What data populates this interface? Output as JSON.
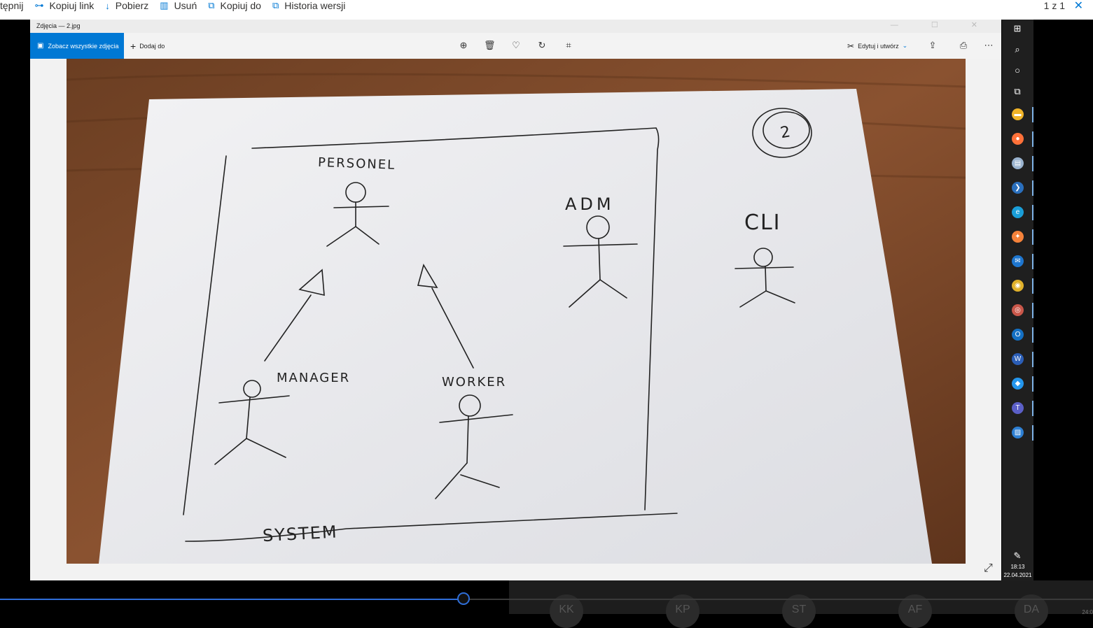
{
  "topbar": {
    "actions": [
      {
        "icon": "share-icon",
        "glyph": "",
        "label": "tępnij"
      },
      {
        "icon": "link-icon",
        "glyph": "⊶",
        "label": "Kopiuj link"
      },
      {
        "icon": "download-icon",
        "glyph": "↓",
        "label": "Pobierz"
      },
      {
        "icon": "trash-icon",
        "glyph": "▥",
        "label": "Usuń"
      },
      {
        "icon": "copy-icon",
        "glyph": "⧉",
        "label": "Kopiuj do"
      },
      {
        "icon": "history-icon",
        "glyph": "⧉",
        "label": "Historia wersji"
      }
    ],
    "pager": "1 z 1",
    "close_glyph": "✕"
  },
  "window": {
    "title": "Zdjęcia — 2.jpg",
    "controls": "—  ☐  ✕",
    "see_all": "Zobacz wszystkie zdjęcia",
    "add_to": "Dodaj do",
    "edit_create": "Edytuj i utwórz",
    "toolbar_icons": [
      {
        "name": "zoom-icon",
        "glyph": "⊕"
      },
      {
        "name": "delete-icon",
        "glyph": "🗑"
      },
      {
        "name": "favorite-icon",
        "glyph": "♡"
      },
      {
        "name": "rotate-icon",
        "glyph": "↻"
      },
      {
        "name": "crop-icon",
        "glyph": "⌗"
      }
    ],
    "right_icons": [
      {
        "name": "share-icon",
        "glyph": "⇪"
      },
      {
        "name": "print-icon",
        "glyph": "⎙"
      },
      {
        "name": "more-icon",
        "glyph": "⋯"
      }
    ]
  },
  "sketch": {
    "page_number": "2",
    "labels": {
      "personel": "PERSONEL",
      "adm": "ADM",
      "cli": "CLI",
      "manager": "MANAGER",
      "worker": "WORKER",
      "system": "SYSTEM"
    }
  },
  "taskbar": {
    "time": "18:13",
    "date": "22.04.2021",
    "apps": [
      {
        "name": "start-icon",
        "glyph": "⊞",
        "color": "#1f1f1f"
      },
      {
        "name": "search-icon",
        "glyph": "⌕",
        "color": "#1f1f1f"
      },
      {
        "name": "cortana-icon",
        "glyph": "○",
        "color": "#1f1f1f"
      },
      {
        "name": "task-view-icon",
        "glyph": "⧉",
        "color": "#1f1f1f"
      },
      {
        "name": "file-explorer-icon",
        "glyph": "▬",
        "color": "#f0b429"
      },
      {
        "name": "firefox-icon",
        "glyph": "●",
        "color": "#ff7139"
      },
      {
        "name": "notes-icon",
        "glyph": "▤",
        "color": "#9ab3cf"
      },
      {
        "name": "powershell-icon",
        "glyph": "❯",
        "color": "#2a6fbd"
      },
      {
        "name": "edge-icon",
        "glyph": "e",
        "color": "#1a9ed8"
      },
      {
        "name": "safari-icon",
        "glyph": "✦",
        "color": "#f5823a"
      },
      {
        "name": "mail-icon",
        "glyph": "✉",
        "color": "#1e76cf"
      },
      {
        "name": "chrome-icon",
        "glyph": "◉",
        "color": "#e0b12b"
      },
      {
        "name": "media-icon",
        "glyph": "◎",
        "color": "#c9574a"
      },
      {
        "name": "outlook-icon",
        "glyph": "O",
        "color": "#1470c4"
      },
      {
        "name": "word-icon",
        "glyph": "W",
        "color": "#2b5eb7"
      },
      {
        "name": "docker-icon",
        "glyph": "◆",
        "color": "#2496ed"
      },
      {
        "name": "teams-icon",
        "glyph": "T",
        "color": "#5b5fc7"
      },
      {
        "name": "photos-icon",
        "glyph": "▨",
        "color": "#2d7fd3"
      }
    ]
  },
  "player": {
    "progress": 0.424,
    "participants": [
      "KK",
      "KP",
      "ST",
      "AF",
      "DA"
    ],
    "time_partial": "24:0"
  }
}
